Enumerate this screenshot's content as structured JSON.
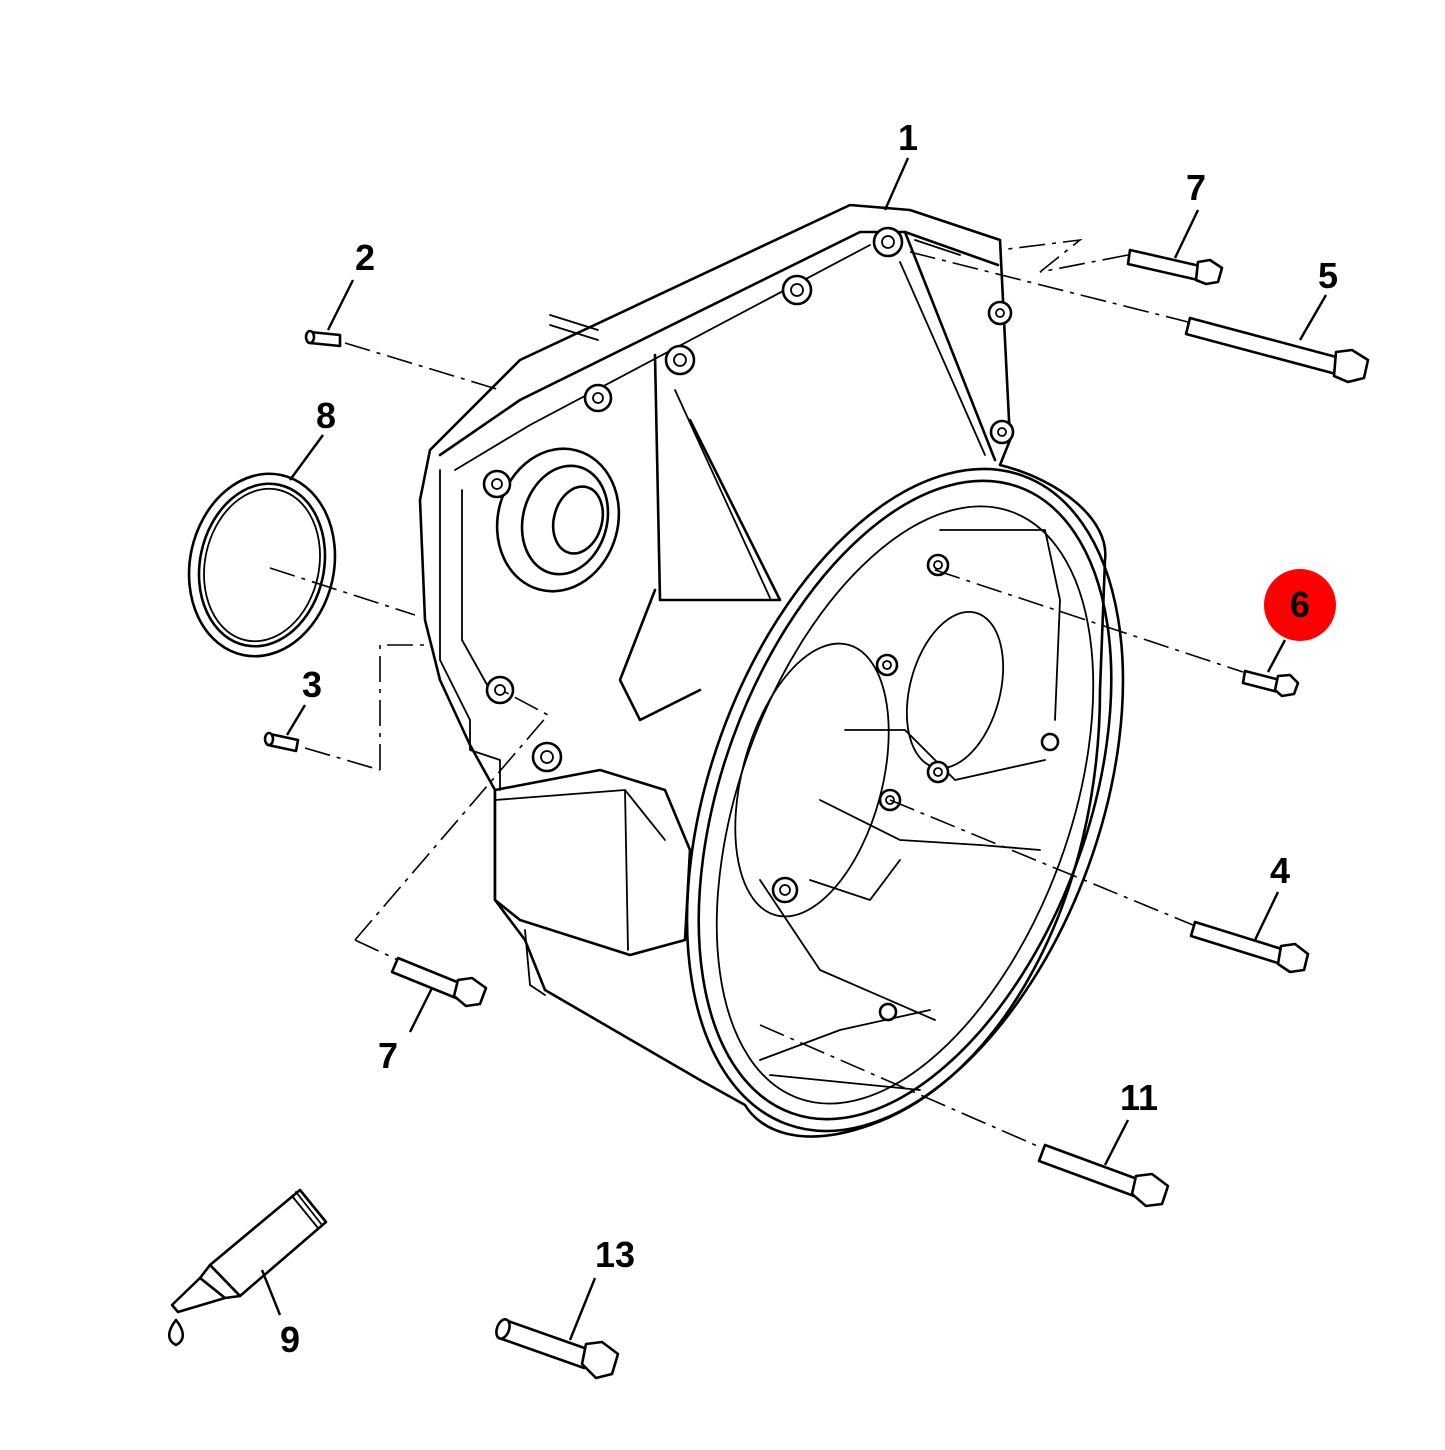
{
  "diagram": {
    "callouts": [
      {
        "id": "c1",
        "label": "1"
      },
      {
        "id": "c2",
        "label": "2"
      },
      {
        "id": "c3",
        "label": "3"
      },
      {
        "id": "c4",
        "label": "4"
      },
      {
        "id": "c5",
        "label": "5"
      },
      {
        "id": "c6",
        "label": "6",
        "highlighted": true
      },
      {
        "id": "c7a",
        "label": "7"
      },
      {
        "id": "c7b",
        "label": "7"
      },
      {
        "id": "c8",
        "label": "8"
      },
      {
        "id": "c9",
        "label": "9"
      },
      {
        "id": "c11",
        "label": "11"
      },
      {
        "id": "c13",
        "label": "13"
      }
    ],
    "highlight_color": "#ff0000",
    "line_color": "#000000",
    "background_color": "#ffffff"
  }
}
